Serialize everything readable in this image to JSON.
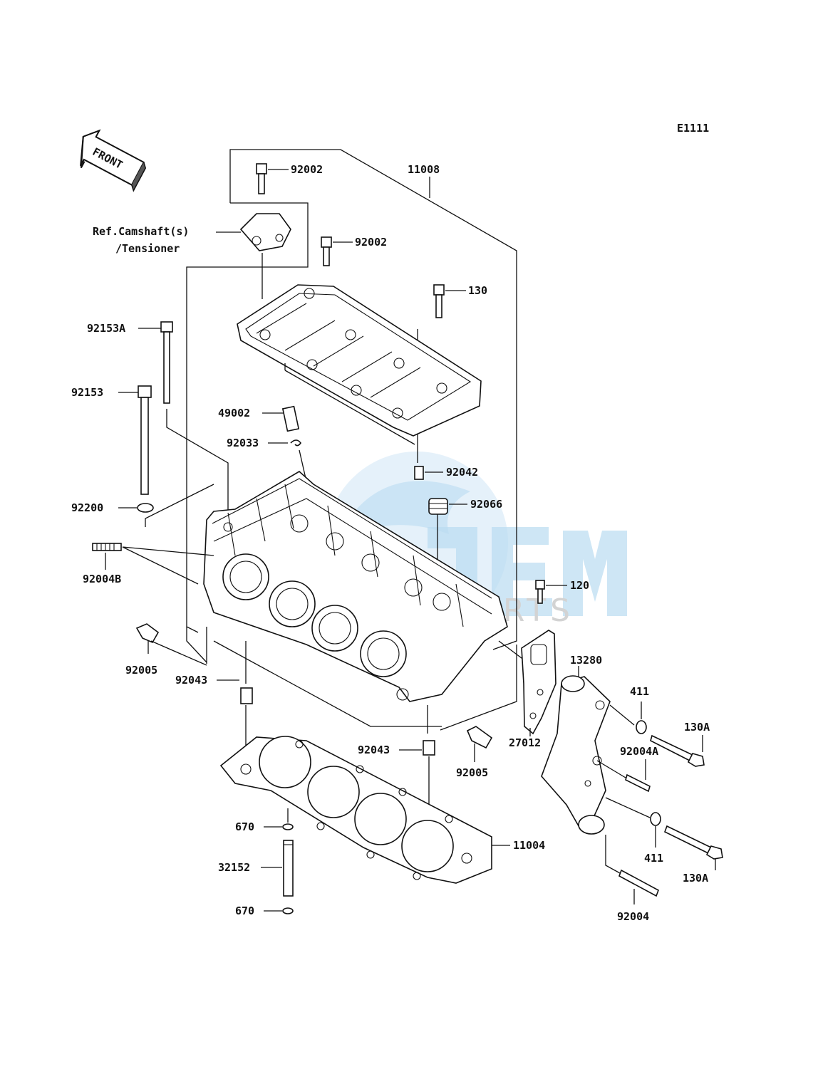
{
  "diagram_code": "E1111",
  "front_label": "FRONT",
  "watermark": {
    "brand": "OEM",
    "sub": "PARTS"
  },
  "reference_note": {
    "line1": "Ref.Camshaft(s)",
    "line2": "/Tensioner"
  },
  "parts": {
    "p11008": "11008",
    "p92002_top": "92002",
    "p92002_mid": "92002",
    "p130": "130",
    "p92153A": "92153A",
    "p92153": "92153",
    "p49002": "49002",
    "p92033": "92033",
    "p92042": "92042",
    "p92066": "92066",
    "p92200": "92200",
    "p92004B": "92004B",
    "p120": "120",
    "p92005_left": "92005",
    "p92043_left": "92043",
    "p13280": "13280",
    "p411_top": "411",
    "p130A_top": "130A",
    "p27012": "27012",
    "p92004A": "92004A",
    "p92043_mid": "92043",
    "p92005_right": "92005",
    "p670_top": "670",
    "p11004": "11004",
    "p32152": "32152",
    "p670_bot": "670",
    "p411_bot": "411",
    "p130A_bot": "130A",
    "p92004": "92004"
  }
}
